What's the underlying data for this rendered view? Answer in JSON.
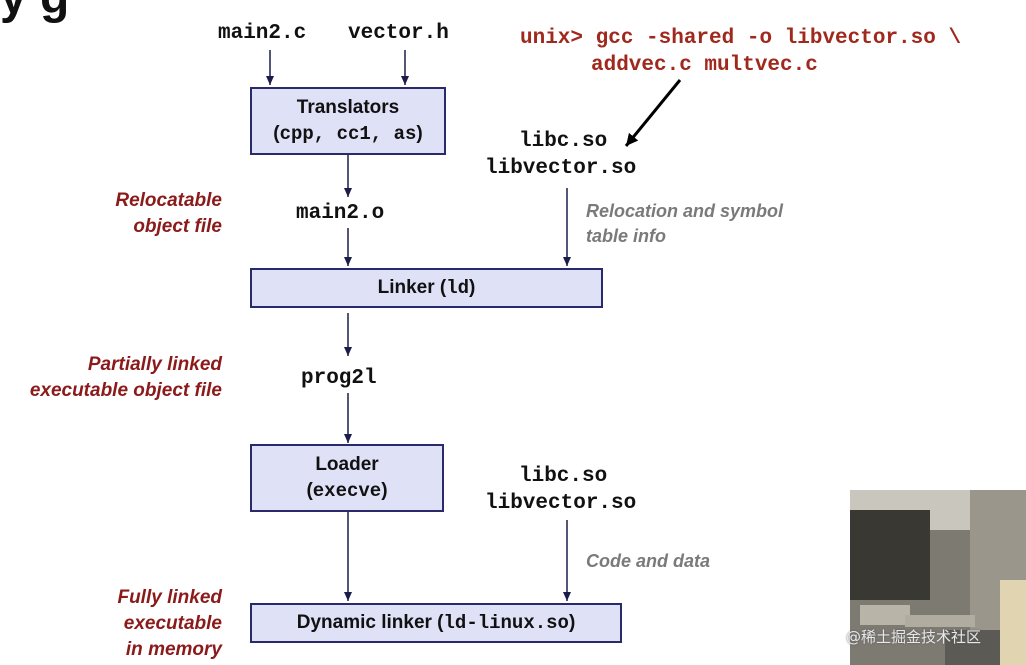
{
  "title_fragment": "y      g",
  "inputs": {
    "main_c": "main2.c",
    "vector_h": "vector.h"
  },
  "gcc_command": {
    "line1": "unix> gcc -shared -o libvector.so \\",
    "line2": "addvec.c multvec.c"
  },
  "boxes": {
    "translators": {
      "line1": "Translators",
      "line2_prefix": "(",
      "line2_code": "cpp, cc1, as",
      "line2_suffix": ")"
    },
    "linker": {
      "prefix": "Linker (",
      "code": "ld",
      "suffix": ")"
    },
    "loader": {
      "line1": "Loader",
      "line2_prefix": "(",
      "line2_code": "execve",
      "line2_suffix": ")"
    },
    "dynamic_linker": {
      "prefix": "Dynamic linker (",
      "code": "ld-linux.so",
      "suffix": ")"
    }
  },
  "files": {
    "main_o": "main2.o",
    "prog": "prog2l",
    "libs_top": {
      "libc": "libc.so",
      "libvector": "libvector.so"
    },
    "libs_bottom": {
      "libc": "libc.so",
      "libvector": "libvector.so"
    }
  },
  "side_labels": {
    "relocatable": {
      "line1": "Relocatable",
      "line2": "object file"
    },
    "partially": {
      "line1": "Partially linked",
      "line2": "executable object file"
    },
    "fully": {
      "line1": "Fully linked",
      "line2": "executable",
      "line3": "in memory"
    }
  },
  "annotations": {
    "relocation": {
      "line1": "Relocation and symbol",
      "line2": "table info"
    },
    "code_data": "Code and data"
  },
  "watermark": "@稀土掘金技术社区",
  "colors": {
    "box_fill": "#dfe1f6",
    "box_border": "#2a2a6a",
    "red_label": "#8b1a1a",
    "cmd": "#a0281d",
    "gray_label": "#7a7a7a"
  }
}
